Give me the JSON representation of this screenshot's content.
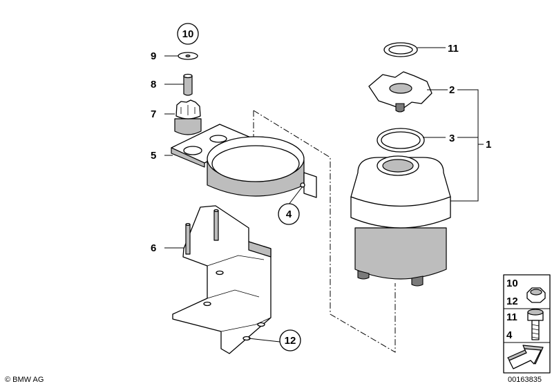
{
  "callouts": {
    "c1": "1",
    "c2": "2",
    "c3": "3",
    "c4": "4",
    "c5": "5",
    "c6": "6",
    "c7": "7",
    "c8": "8",
    "c9": "9",
    "c10": "10",
    "c11": "11",
    "c12": "12"
  },
  "legend": {
    "a_top": "10",
    "a_bottom": "12",
    "b_top": "11",
    "b_bottom": "4"
  },
  "footer": {
    "copyright": "© BMW AG",
    "diagram_number": "00163835"
  }
}
